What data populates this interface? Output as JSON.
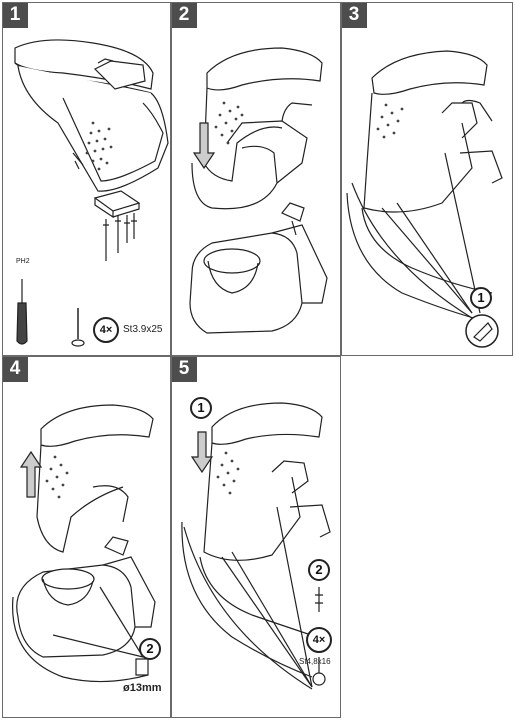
{
  "steps": [
    {
      "number": "1"
    },
    {
      "number": "2"
    },
    {
      "number": "3"
    },
    {
      "number": "4"
    },
    {
      "number": "5"
    }
  ],
  "step1": {
    "screwdriver_label": "PH2",
    "screw_count": "4×",
    "screw_spec": "St3.9x25"
  },
  "step3": {
    "callout": "1"
  },
  "step4": {
    "callout": "2",
    "drill_size": "ø13mm"
  },
  "step5": {
    "callout_top": "1",
    "callout_screw": "2",
    "screw_count": "4×",
    "screw_spec": "St4,8x16"
  },
  "colors": {
    "border": "#6a6a6a",
    "badge": "#4d4d4d",
    "line": "#222222",
    "mesh": "#444444"
  }
}
